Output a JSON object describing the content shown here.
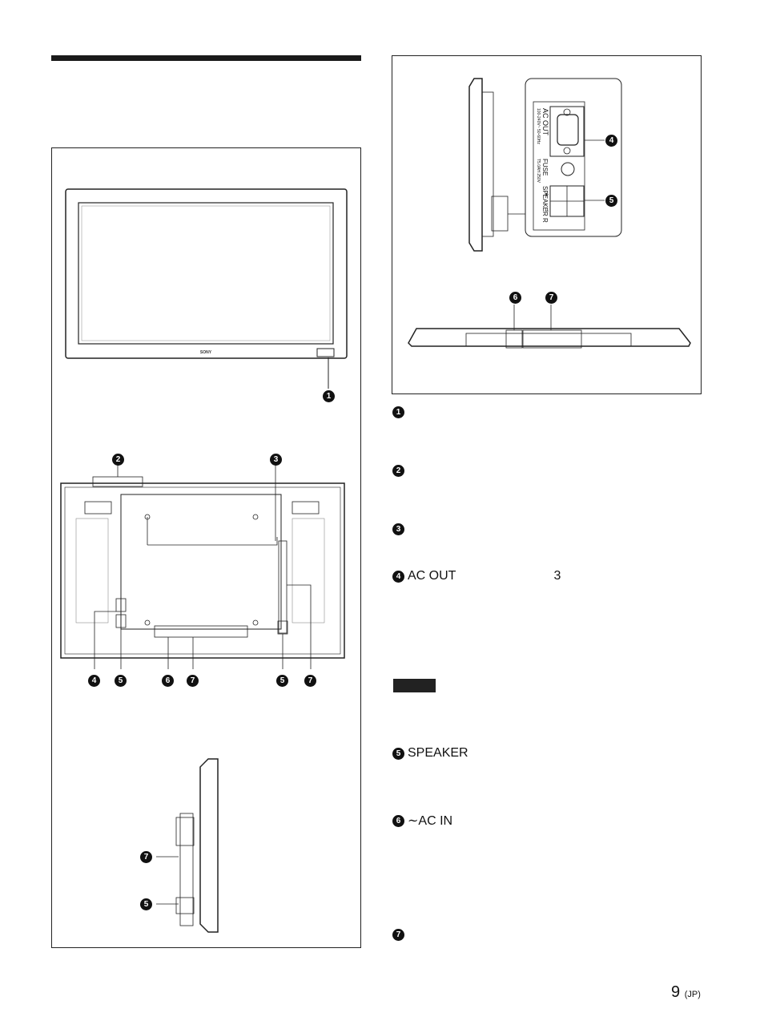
{
  "markers": [
    "1",
    "2",
    "3",
    "4",
    "5",
    "6",
    "7"
  ],
  "items": [
    {
      "n": "1",
      "label": ""
    },
    {
      "n": "2",
      "label": ""
    },
    {
      "n": "3",
      "label": ""
    },
    {
      "n": "4",
      "label": "AC OUT",
      "extra": "3"
    },
    {
      "n": "5",
      "label": "SPEAKER"
    },
    {
      "n": "6",
      "label": "∼AC IN"
    },
    {
      "n": "7",
      "label": ""
    }
  ],
  "panel_text": {
    "ac_out": "AC OUT",
    "fuse": "FUSE",
    "speaker": "SPEAKER R",
    "ac_rating": "100-240V~ 50-60Hz",
    "fuse_rating": "T5.0AH 250V",
    "plus": "+",
    "minus": "−",
    "brand": "SONY"
  },
  "page": {
    "number": "9",
    "suffix": "(JP)"
  }
}
